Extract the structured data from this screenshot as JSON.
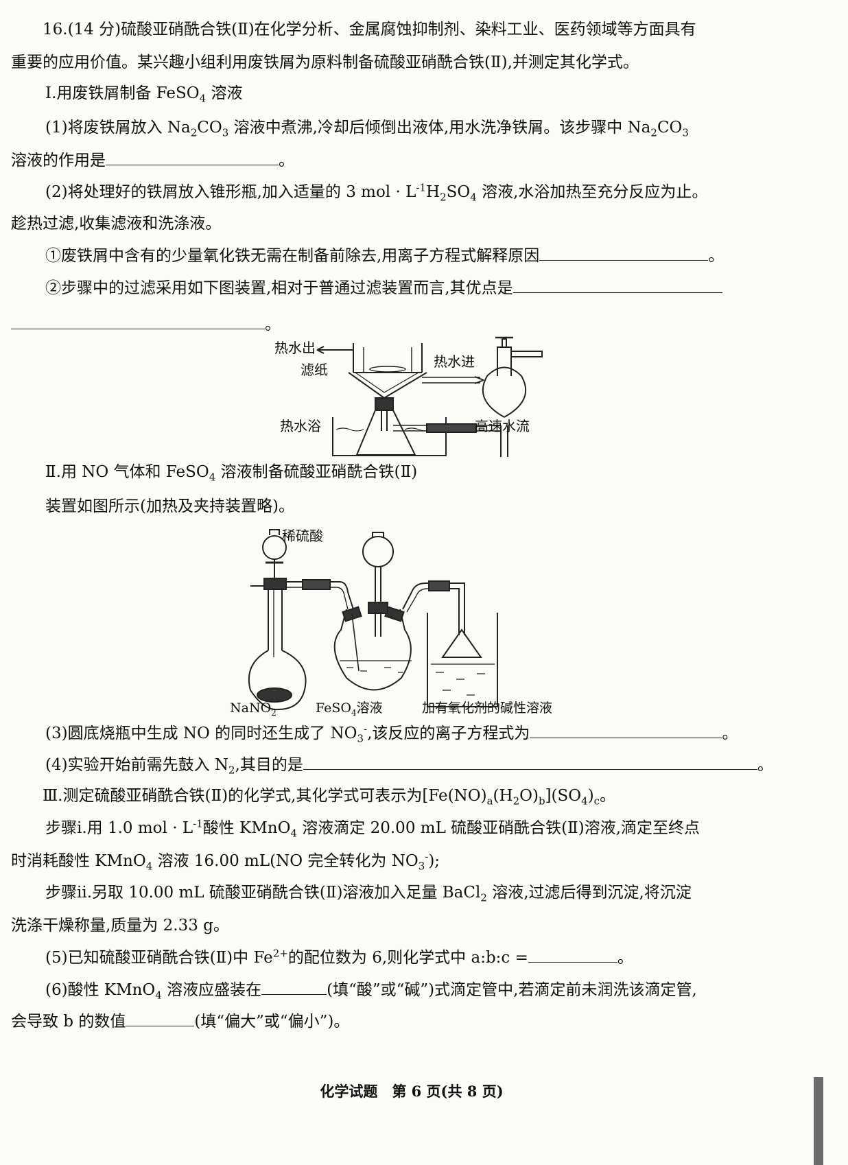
{
  "question": {
    "intro_line1": "16.(14 分)硫酸亚硝酰合铁(Ⅱ)在化学分析、金属腐蚀抑制剂、染料工业、医药领域等方面具有",
    "intro_line2": "重要的应用价值。某兴趣小组利用废铁屑为原料制备硫酸亚硝酰合铁(Ⅱ),并测定其化学式。",
    "part1_title_a": "Ⅰ.用废铁屑制备 FeSO",
    "part1_title_sub": "4",
    "part1_title_b": " 溶液",
    "q1_a": "(1)将废铁屑放入 Na",
    "q1_sub1": "2",
    "q1_b": "CO",
    "q1_sub2": "3",
    "q1_c": " 溶液中煮沸,冷却后倾倒出液体,用水洗净铁屑。该步骤中 Na",
    "q1_sub3": "2",
    "q1_d": "CO",
    "q1_sub4": "3",
    "q1_line2": "溶液的作用是",
    "end_mark": "。",
    "q2_a": "(2)将处理好的铁屑放入锥形瓶,加入适量的 3 mol · L",
    "q2_sup": "-1",
    "q2_b": "H",
    "q2_sub1": "2",
    "q2_c": "SO",
    "q2_sub2": "4",
    "q2_d": " 溶液,水浴加热至充分反应为止。",
    "q2_line2": "趁热过滤,收集滤液和洗涤液。",
    "q2_1": "①废铁屑中含有的少量氧化铁无需在制备前除去,用离子方程式解释原因",
    "q2_2": "②步骤中的过滤采用如下图装置,相对于普通过滤装置而言,其优点是",
    "part2_title_a": "Ⅱ.用 NO 气体和 FeSO",
    "part2_title_sub": "4",
    "part2_title_b": " 溶液制备硫酸亚硝酰合铁(Ⅱ)",
    "part2_desc": "装置如图所示(加热及夹持装置略)。",
    "q3_a": "(3)圆底烧瓶中生成 NO 的同时还生成了 NO",
    "q3_sub": "3",
    "q3_sup": "-",
    "q3_b": ",该反应的离子方程式为",
    "q4_a": "(4)实验开始前需先鼓入 N",
    "q4_sub": "2",
    "q4_b": ",其目的是",
    "part3_a": "Ⅲ.测定硫酸亚硝酰合铁(Ⅱ)的化学式,其化学式可表示为[Fe(NO)",
    "part3_sub_a": "a",
    "part3_b": "(H",
    "part3_sub_2": "2",
    "part3_c": "O)",
    "part3_sub_b": "b",
    "part3_d": "](SO",
    "part3_sub_4": "4",
    "part3_e": ")",
    "part3_sub_c": "c",
    "part3_f": "。",
    "step1_a": "步骤ⅰ.用 1.0 mol · L",
    "step1_sup": "-1",
    "step1_b": "酸性 KMnO",
    "step1_sub": "4",
    "step1_c": " 溶液滴定 20.00 mL 硫酸亚硝酰合铁(Ⅱ)溶液,滴定至终点",
    "step1_line2_a": "时消耗酸性 KMnO",
    "step1_line2_sub": "4",
    "step1_line2_b": " 溶液 16.00 mL(NO 完全转化为 NO",
    "step1_line2_sub2": "3",
    "step1_line2_sup": "-",
    "step1_line2_c": ");",
    "step2_a": "步骤ⅱ.另取 10.00 mL 硫酸亚硝酰合铁(Ⅱ)溶液加入足量 BaCl",
    "step2_sub": "2",
    "step2_b": " 溶液,过滤后得到沉淀,将沉淀",
    "step2_line2": "洗涤干燥称量,质量为 2.33 g。",
    "q5_a": "(5)已知硫酸亚硝酰合铁(Ⅱ)中 Fe",
    "q5_sup": "2+",
    "q5_b": "的配位数为 6,则化学式中 a:b:c =",
    "q6_a": "(6)酸性 KMnO",
    "q6_sub": "4",
    "q6_b": " 溶液应盛装在",
    "q6_c": "(填“酸”或“碱”)式滴定管中,若滴定前未润洗该滴定管,",
    "q6_line2_a": "会导致 b 的数值",
    "q6_line2_b": "(填“偏大”或“偏小”)。"
  },
  "figure1": {
    "label_hot_water_out": "热水出",
    "label_filter_paper": "滤纸",
    "label_hot_water_in": "热水进",
    "label_hot_water_bath": "热水浴",
    "label_high_speed_flow": "高速水流"
  },
  "figure2": {
    "label_dilute_acid": "稀硫酸",
    "label_nano2_a": "NaNO",
    "label_nano2_sub": "2",
    "label_feso4_a": "FeSO",
    "label_feso4_sub": "4",
    "label_feso4_b": "溶液",
    "label_alkaline": "加有氧化剂的碱性溶液"
  },
  "footer": {
    "text": "化学试题　第 6 页(共 8 页)"
  }
}
